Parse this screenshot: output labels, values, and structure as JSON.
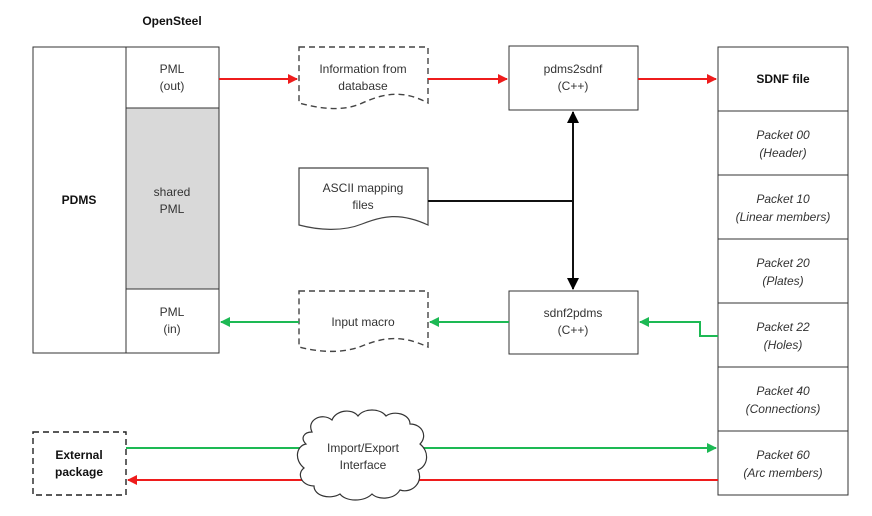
{
  "title": "OpenSteel",
  "nodes": {
    "pdms": "PDMS",
    "pml_out": [
      "PML",
      "(out)"
    ],
    "shared_pml": [
      "shared",
      "PML"
    ],
    "pml_in": [
      "PML",
      "(in)"
    ],
    "info_db": [
      "Information from",
      "database"
    ],
    "ascii_files": [
      "ASCII mapping",
      "files"
    ],
    "input_macro": "Input macro",
    "pdms2sdnf": [
      "pdms2sdnf",
      "(C++)"
    ],
    "sdnf2pdms": [
      "sdnf2pdms",
      "(C++)"
    ],
    "external_package": [
      "External",
      "package"
    ],
    "import_export": [
      "Import/Export",
      "Interface"
    ]
  },
  "sdnf_file": {
    "header": "SDNF file",
    "packets": [
      [
        "Packet 00",
        "(Header)"
      ],
      [
        "Packet 10",
        "(Linear members)"
      ],
      [
        "Packet 20",
        "(Plates)"
      ],
      [
        "Packet 22",
        "(Holes)"
      ],
      [
        "Packet 40",
        "(Connections)"
      ],
      [
        "Packet 60",
        "(Arc members)"
      ]
    ]
  },
  "colors": {
    "export_flow": "#ee1c1c",
    "import_flow": "#1db954",
    "shared_fill": "#d9d9d9",
    "stroke": "#333333"
  }
}
